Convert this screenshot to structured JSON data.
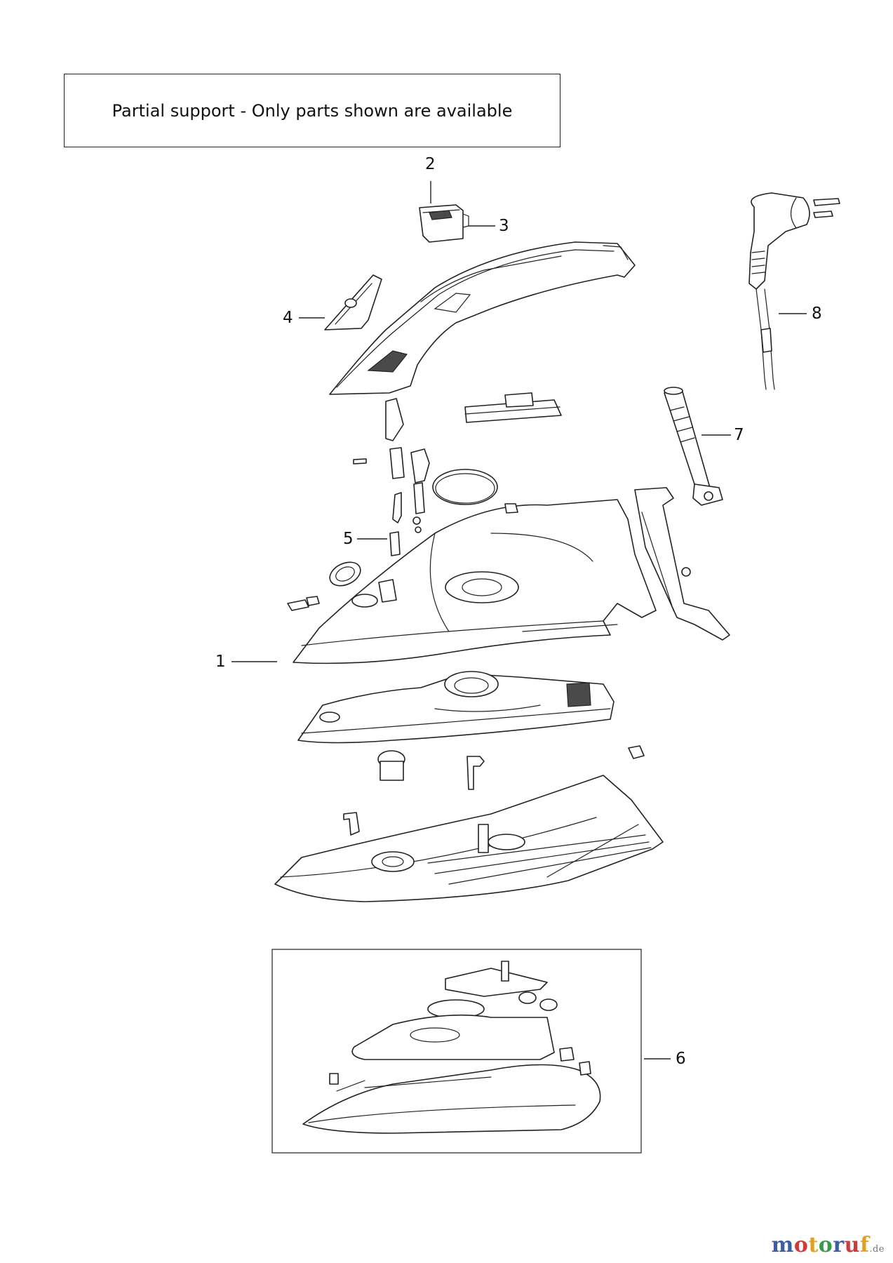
{
  "notice": {
    "text": "Partial support - Only parts shown are available"
  },
  "callouts": [
    {
      "id": "1",
      "label": "1"
    },
    {
      "id": "2",
      "label": "2"
    },
    {
      "id": "3",
      "label": "3"
    },
    {
      "id": "4",
      "label": "4"
    },
    {
      "id": "5",
      "label": "5"
    },
    {
      "id": "6",
      "label": "6"
    },
    {
      "id": "7",
      "label": "7"
    },
    {
      "id": "8",
      "label": "8"
    }
  ],
  "watermark": {
    "letters": [
      "m",
      "o",
      "t",
      "o",
      "r",
      "u",
      "f"
    ],
    "colors": [
      "#3a5fa8",
      "#d23a3a",
      "#e0a020",
      "#3a9a4a",
      "#3a5fa8",
      "#d23a3a",
      "#e0a020"
    ],
    "domain": ".de"
  }
}
